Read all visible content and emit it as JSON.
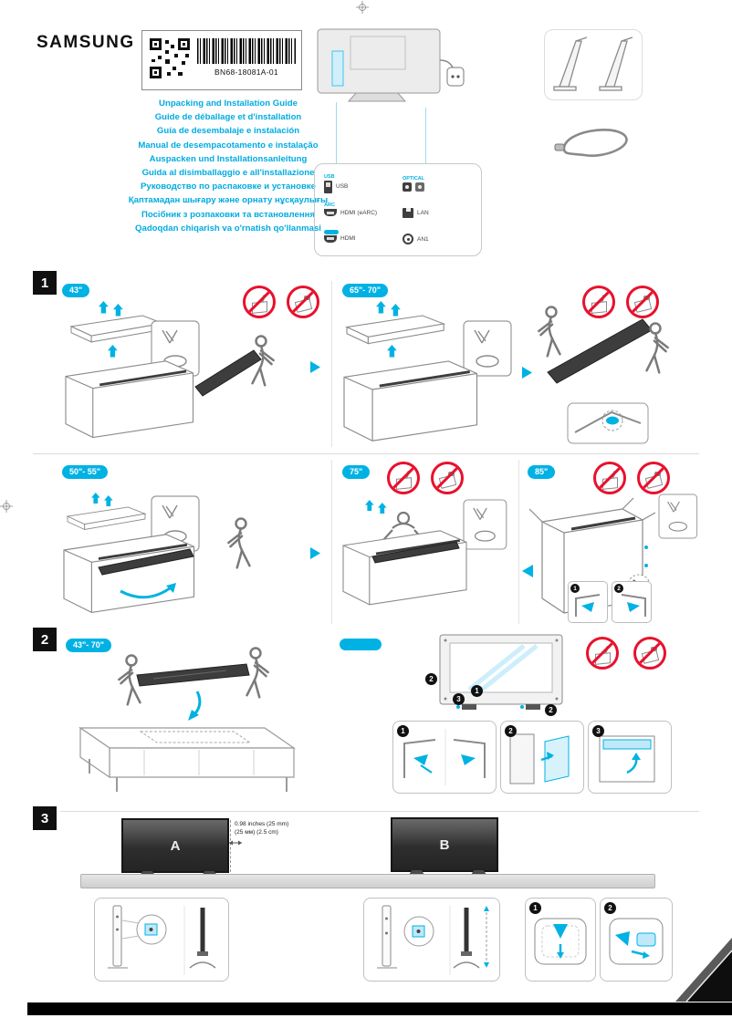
{
  "brand": "SAMSUNG",
  "label": {
    "part_number": "BN68-18081A-01"
  },
  "colors": {
    "accent": "#00b2e3",
    "prohibit_red": "#e8112d"
  },
  "titles": [
    "Unpacking and Installation Guide",
    "Guide de déballage et d'installation",
    "Guía de desembalaje e instalación",
    "Manual de desempacotamento e instalação",
    "Auspacken und Installationsanleitung",
    "Guida al disimballaggio e all'installazione",
    "Руководство по распаковке и установке",
    "Қаптамадан шығару және орнату нұсқаулығы",
    "Посібник з розпаковки та встановлення",
    "Qadoqdan chiqarish va o'rnatish qo'llanmasi"
  ],
  "ports": {
    "cells": [
      {
        "tag": "USB",
        "name": "USB"
      },
      {
        "tag": "OPTICAL",
        "name": ""
      },
      {
        "tag": "ARC",
        "name": "HDMI (eARC)"
      },
      {
        "tag": "",
        "name": "LAN"
      },
      {
        "tag": "",
        "name": "HDMI"
      },
      {
        "tag": "",
        "name": "AN1"
      }
    ]
  },
  "section1": {
    "number": "1",
    "badges": {
      "b43": "43\"",
      "b6570": "65\"- 70\"",
      "b5055": "50\"- 55\"",
      "b75": "75\"",
      "b85": "85\""
    },
    "mini_panels": {
      "p1": "1",
      "p2": "2"
    }
  },
  "section2": {
    "number": "2",
    "badge": "43\"- 70\"",
    "callouts": [
      "2",
      "3",
      "1",
      "2"
    ],
    "panels": [
      "1",
      "2",
      "3"
    ]
  },
  "section3": {
    "number": "3",
    "tv_a": "A",
    "tv_b": "B",
    "dimension_line1": "0.98 inches (25 mm)",
    "dimension_line2": "(25 мм) (2.5 cm)",
    "panels": [
      "1",
      "2"
    ]
  }
}
